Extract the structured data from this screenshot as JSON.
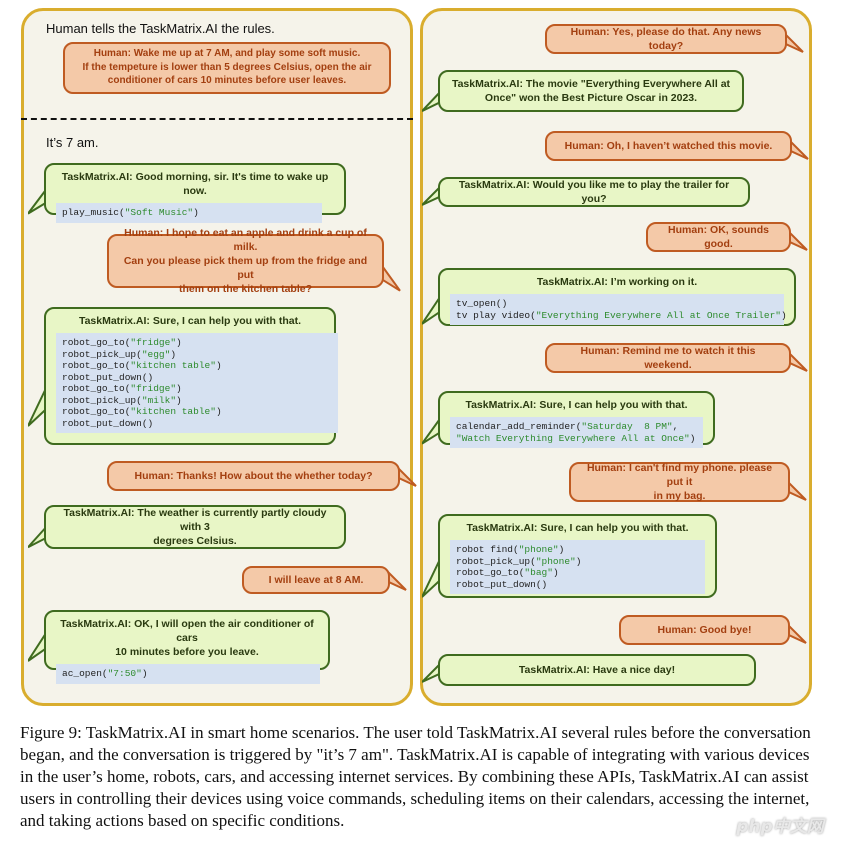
{
  "left": {
    "rules_heading": "Human tells the TaskMatrix.AI  the rules.",
    "rules_message": "Human: Wake me up at 7 AM, and play some soft music.\nIf the tempeture is lower than 5 degrees Celsius, open the air\nconditioner of cars 10 minutes before user leaves.",
    "time_heading": "It’s 7 am.",
    "messages": [
      {
        "speaker": "ai",
        "text": "TaskMatrix.AI: Good morning, sir. It's time to wake up now.",
        "code": [
          [
            "play_music(",
            "\"Soft Music\"",
            ")"
          ]
        ]
      },
      {
        "speaker": "human",
        "text": "Human: I hope to eat an apple and drink a cup of milk.\nCan you please pick them up from the fridge and put\nthem on the kitchen table?"
      },
      {
        "speaker": "ai",
        "text": "TaskMatrix.AI: Sure, I can help you with that.",
        "code": [
          [
            "robot_go_to(",
            "\"fridge\"",
            ")"
          ],
          [
            "robot_pick_up(",
            "\"egg\"",
            ")"
          ],
          [
            "robot_go_to(",
            "\"kitchen table\"",
            ")"
          ],
          [
            "robot_put_down()",
            "",
            ""
          ],
          [
            "robot_go_to(",
            "\"fridge\"",
            ")"
          ],
          [
            "robot_pick_up(",
            "\"milk\"",
            ")"
          ],
          [
            "robot_go_to(",
            "\"kitchen table\"",
            ")"
          ],
          [
            "robot_put_down()",
            "",
            ""
          ]
        ]
      },
      {
        "speaker": "human",
        "text": "Human: Thanks! How about the whether today?"
      },
      {
        "speaker": "ai",
        "text": "TaskMatrix.AI: The weather is currently partly cloudy with 3\ndegrees Celsius."
      },
      {
        "speaker": "human",
        "text": "I will leave at 8 AM."
      },
      {
        "speaker": "ai",
        "text": "TaskMatrix.AI: OK, I will open the air conditioner of cars\n10 minutes before you leave.",
        "code": [
          [
            "ac_open(",
            "\"7:50\"",
            ")"
          ]
        ]
      }
    ]
  },
  "right": {
    "messages": [
      {
        "speaker": "human",
        "text": "Human: Yes, please do that.  Any news today?"
      },
      {
        "speaker": "ai",
        "text": "TaskMatrix.AI: The movie \"Everything Everywhere All at\nOnce\" won the Best Picture Oscar in 2023."
      },
      {
        "speaker": "human",
        "text": "Human: Oh, I haven’t watched this movie."
      },
      {
        "speaker": "ai",
        "text": "TaskMatrix.AI: Would you like me to play the trailer for you?"
      },
      {
        "speaker": "human",
        "text": "Human: OK, sounds good."
      },
      {
        "speaker": "ai",
        "text": "TaskMatrix.AI: I’m working on it.",
        "code": [
          [
            "tv_open()",
            "",
            ""
          ],
          [
            "tv play video(",
            "\"Everything Everywhere All at Once Trailer\"",
            ")"
          ]
        ]
      },
      {
        "speaker": "human",
        "text": "Human: Remind me to watch it this weekend."
      },
      {
        "speaker": "ai",
        "text": "TaskMatrix.AI: Sure, I can help you with that.",
        "code": [
          [
            "calendar_add_reminder(",
            "\"Saturday  8 PM\"",
            ","
          ],
          [
            "",
            "\"Watch Everything Everywhere All at Once\"",
            ")"
          ]
        ]
      },
      {
        "speaker": "human",
        "text": "Human: I can't find my phone. please put it\nin my bag."
      },
      {
        "speaker": "ai",
        "text": "TaskMatrix.AI: Sure, I can help you with that.",
        "code": [
          [
            "robot find(",
            "\"phone\"",
            ")"
          ],
          [
            "robot_pick_up(",
            "\"phone\"",
            ")"
          ],
          [
            "robot_go_to(",
            "\"bag\"",
            ")"
          ],
          [
            "robot_put_down()",
            "",
            ""
          ]
        ]
      },
      {
        "speaker": "human",
        "text": "Human: Good bye!"
      },
      {
        "speaker": "ai",
        "text": "TaskMatrix.AI: Have a nice day!"
      }
    ]
  },
  "caption": "Figure 9: TaskMatrix.AI in smart home scenarios. The user told TaskMatrix.AI several rules before the conversation began, and the conversation is triggered by \"it’s 7 am\". TaskMatrix.AI is capable of integrating with various devices in the user’s home, robots, cars, and accessing internet services. By combining these APIs, TaskMatrix.AI can assist users in controlling their devices using voice commands, scheduling items on their calendars, accessing the internet, and taking actions based on specific conditions.",
  "watermark": "php中文网",
  "colors": {
    "panel_border": "#d9ad2e",
    "human_fill": "#f4c9a8",
    "human_border": "#bf5b22",
    "ai_fill": "#e8f6c6",
    "ai_border": "#3f6b1f",
    "code_bg": "#d6e1f1",
    "code_string": "#2e8b2e"
  }
}
